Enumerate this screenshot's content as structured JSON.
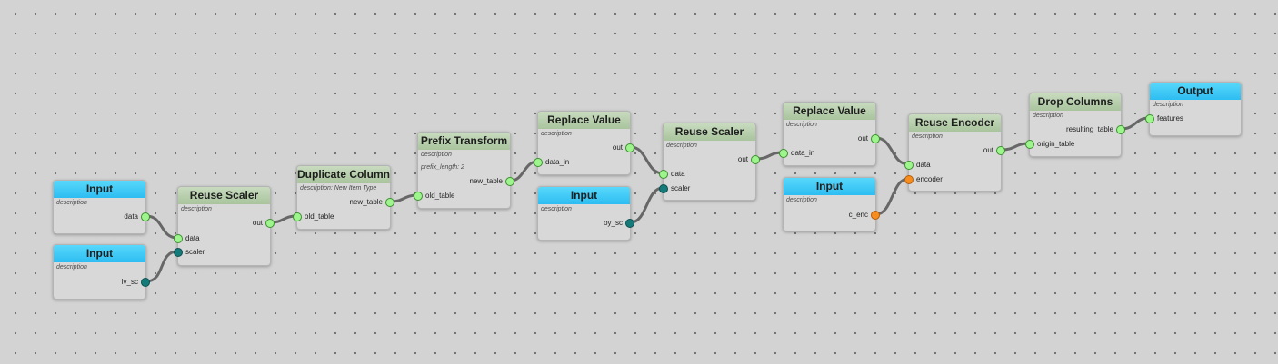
{
  "nodes": {
    "input1": {
      "title": "Input",
      "description": "description",
      "out": "data"
    },
    "input2": {
      "title": "Input",
      "description": "description",
      "out": "lv_sc"
    },
    "reuse_scaler1": {
      "title": "Reuse Scaler",
      "description": "description",
      "in1": "data",
      "in2": "scaler",
      "out": "out"
    },
    "duplicate_column": {
      "title": "Duplicate Column",
      "description": "description: New Item Type",
      "in1": "old_table",
      "out": "new_table"
    },
    "prefix_transform": {
      "title": "Prefix Transform",
      "description": "description",
      "param": "prefix_length: 2",
      "in1": "old_table",
      "out": "new_table"
    },
    "replace_value1": {
      "title": "Replace Value",
      "description": "description",
      "in1": "data_in",
      "out": "out"
    },
    "input3": {
      "title": "Input",
      "description": "description",
      "out": "oy_sc"
    },
    "reuse_scaler2": {
      "title": "Reuse Scaler",
      "description": "description",
      "in1": "data",
      "in2": "scaler",
      "out": "out"
    },
    "replace_value2": {
      "title": "Replace Value",
      "description": "description",
      "in1": "data_in",
      "out": "out"
    },
    "input4": {
      "title": "Input",
      "description": "description",
      "out": "c_enc"
    },
    "reuse_encoder": {
      "title": "Reuse Encoder",
      "description": "description",
      "in1": "data",
      "in2": "encoder",
      "out": "out"
    },
    "drop_columns": {
      "title": "Drop Columns",
      "description": "description",
      "in1": "origin_table",
      "out": "resulting_table"
    },
    "output": {
      "title": "Output",
      "description": "description",
      "in1": "features"
    }
  },
  "colors": {
    "canvas": "#d3d3d3",
    "input_header": "#2dbdf1",
    "process_header": "#a9c49d",
    "port_data": "#9ef58e",
    "port_scaler": "#157a7a",
    "port_encoder": "#f78c1f",
    "wire": "#676767"
  }
}
